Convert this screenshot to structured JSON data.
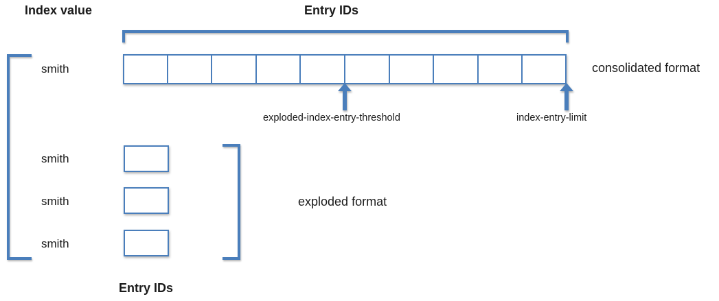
{
  "diagram": {
    "headers": {
      "index_value": "Index value",
      "entry_ids_top": "Entry IDs",
      "entry_ids_bottom": "Entry IDs"
    },
    "index_values": {
      "consolidated": "smith",
      "exploded": [
        "smith",
        "smith",
        "smith"
      ]
    },
    "captions": {
      "consolidated_format": "consolidated format",
      "exploded_format": "exploded format"
    },
    "annotations": {
      "threshold": "exploded-index-entry-threshold",
      "limit": "index-entry-limit"
    },
    "consolidated_cells": [
      {
        "index": 1
      },
      {
        "index": 2
      },
      {
        "index": 3
      },
      {
        "index": 4
      },
      {
        "index": 5
      },
      {
        "index": 6
      },
      {
        "index": 7
      },
      {
        "index": 8
      },
      {
        "index": 9
      },
      {
        "index": 10
      }
    ],
    "exploded_boxes": [
      {
        "index": 1
      },
      {
        "index": 2
      },
      {
        "index": 3
      }
    ],
    "colors": {
      "accent_blue": "#4a7ebb",
      "text": "#1a1a1a",
      "background": "#ffffff"
    },
    "icons": {
      "threshold_pointer": "up-arrow-icon",
      "limit_pointer": "up-arrow-icon"
    }
  }
}
